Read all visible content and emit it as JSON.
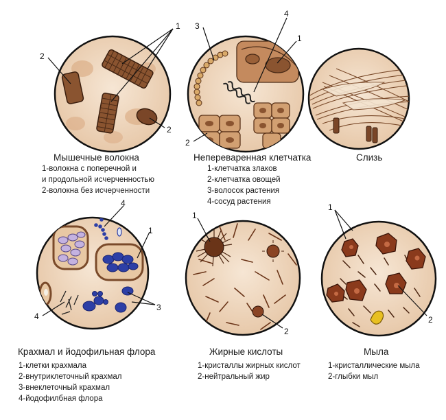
{
  "panels": [
    {
      "title": "Мышечные волокна",
      "legend": [
        "1-волокна с поперечной и",
        "и продольной исчерченностью",
        "2-волокна без исчерченности"
      ],
      "callouts": [
        "1",
        "2",
        "2"
      ]
    },
    {
      "title": "Непереваренная клетчатка",
      "legend": [
        "1-клетчатка злаков",
        "2-клетчатка овощей",
        "3-волосок растения",
        "4-сосуд растения"
      ],
      "callouts": [
        "1",
        "2",
        "3",
        "4"
      ]
    },
    {
      "title": "Слизь",
      "legend": [],
      "callouts": []
    },
    {
      "title": "Крахмал и йодофильная флора",
      "legend": [
        "1-клетки крахмала",
        "2-внутриклеточный крахмал",
        "3-внеклеточный крахмал",
        "4-йодофилбная флора"
      ],
      "callouts": [
        "1",
        "3",
        "4",
        "4"
      ]
    },
    {
      "title": "Жирные кислоты",
      "legend": [
        "1-кристаллы жирных кислот",
        "2-нейтральный жир"
      ],
      "callouts": [
        "1",
        "2"
      ]
    },
    {
      "title": "Мыла",
      "legend": [
        "1-кристаллические мыла",
        "2-глыбки мыл"
      ],
      "callouts": [
        "1",
        "2"
      ]
    }
  ],
  "colors": {
    "circle_fill": "#efd7bf",
    "circle_spot": "#dcae86",
    "fiber": "#8a5430",
    "fiber_dark": "#4a2a16",
    "starch_purple": "#b9a6d6",
    "iodophil_blue": "#2d3fa6",
    "fat_brown": "#6a3418",
    "soap_brown": "#8a3a1c",
    "soap_yellow": "#e8c022"
  }
}
